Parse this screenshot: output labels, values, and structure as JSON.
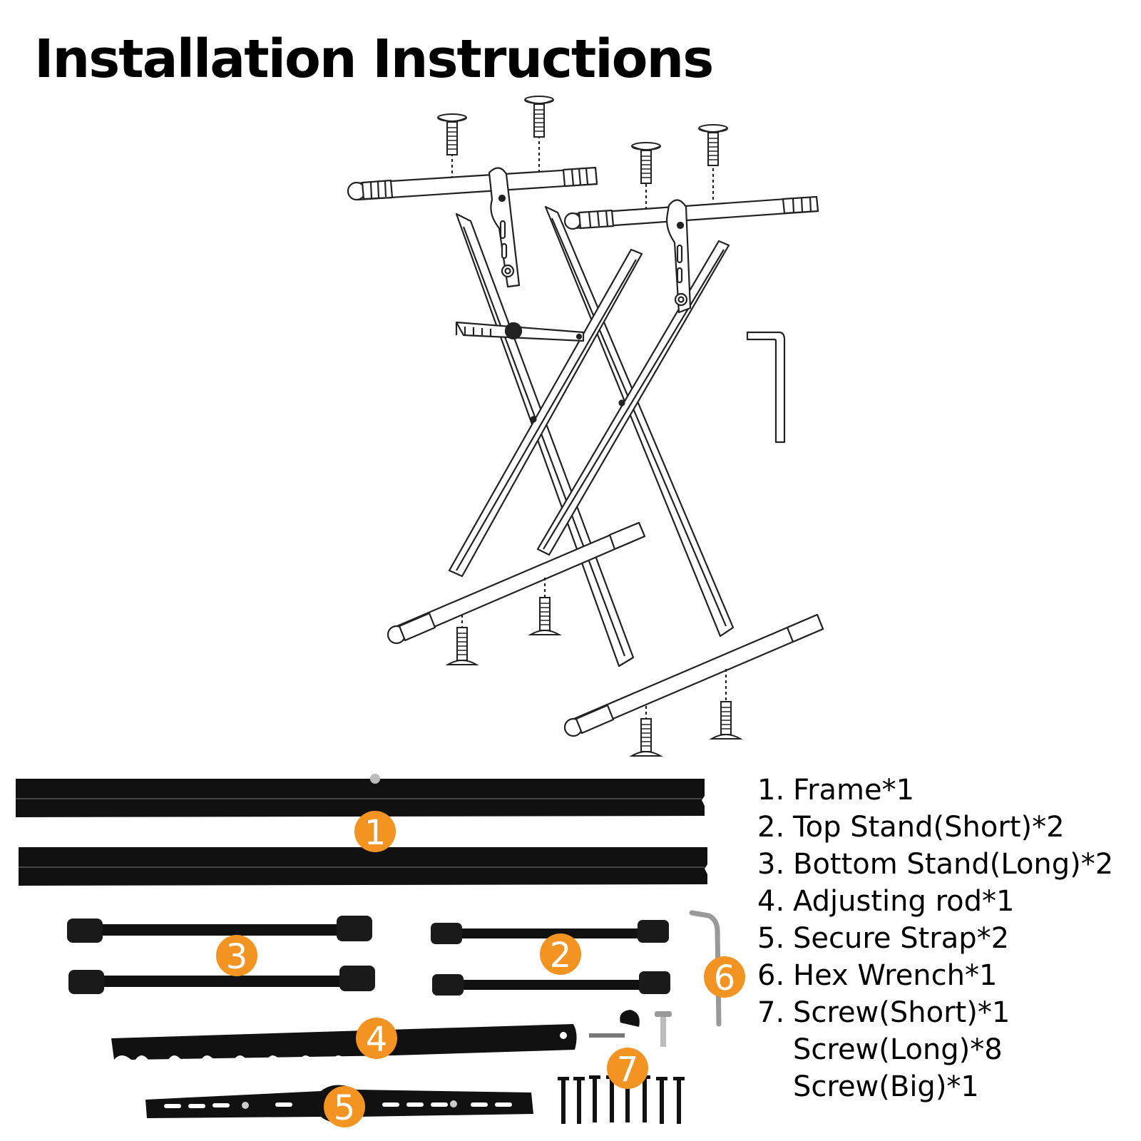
{
  "title": "Installation Instructions",
  "colors": {
    "badge": "#f39322",
    "part": "#111111",
    "line": "#222222"
  },
  "badges": [
    "1",
    "2",
    "3",
    "4",
    "5",
    "6",
    "7"
  ],
  "parts": [
    {
      "num": "1.",
      "label": "Frame*1"
    },
    {
      "num": "2.",
      "label": "Top Stand(Short)*2"
    },
    {
      "num": "3.",
      "label": "Bottom Stand(Long)*2"
    },
    {
      "num": "4.",
      "label": "Adjusting rod*1"
    },
    {
      "num": "5.",
      "label": "Secure Strap*2"
    },
    {
      "num": "6.",
      "label": "Hex Wrench*1"
    },
    {
      "num": "7.",
      "label": "Screw(Short)*1"
    }
  ],
  "extra_parts": [
    "Screw(Long)*8",
    "Screw(Big)*1"
  ]
}
